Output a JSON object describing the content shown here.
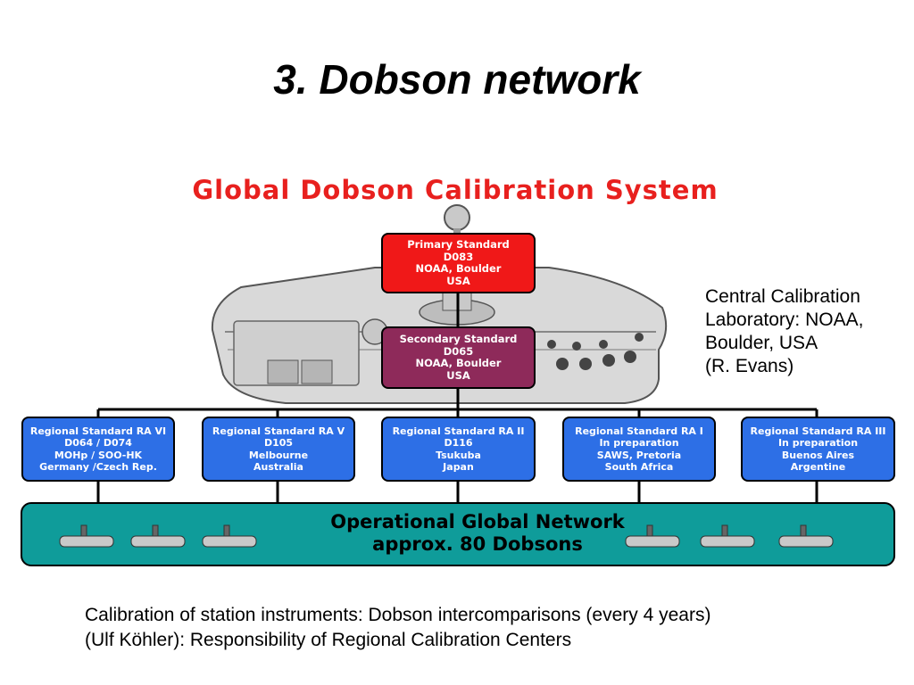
{
  "slide": {
    "title": "3. Dobson network"
  },
  "diagram": {
    "title": "Global Dobson Calibration System",
    "primary": {
      "lines": [
        "Primary Standard",
        "D083",
        "NOAA, Boulder",
        "USA"
      ]
    },
    "secondary": {
      "lines": [
        "Secondary Standard",
        "D065",
        "NOAA, Boulder",
        "USA"
      ]
    },
    "regional": [
      {
        "lines": [
          "Regional Standard RA VI",
          "D064 / D074",
          "MOHp / SOO-HK",
          "Germany /Czech Rep."
        ]
      },
      {
        "lines": [
          "Regional Standard RA V",
          "D105",
          "Melbourne",
          "Australia"
        ]
      },
      {
        "lines": [
          "Regional Standard RA II",
          "D116",
          "Tsukuba",
          "Japan"
        ]
      },
      {
        "lines": [
          "Regional Standard RA I",
          "In preparation",
          "SAWS, Pretoria",
          "South Africa"
        ]
      },
      {
        "lines": [
          "Regional Standard RA III",
          "In preparation",
          "Buenos Aires",
          "Argentine"
        ]
      }
    ],
    "network": {
      "lines": [
        "Operational Global Network",
        "approx. 80 Dobsons"
      ]
    },
    "colors": {
      "title": "#e8201e",
      "primary": "#f01818",
      "secondary": "#8e2a5a",
      "regional": "#2d6fe6",
      "network": "#0f9c9a"
    }
  },
  "side_note": {
    "lines": [
      "Central Calibration",
      "Laboratory: NOAA,",
      "Boulder, USA",
      "(R. Evans)"
    ]
  },
  "bottom_note": {
    "lines": [
      "Calibration of station instruments:  Dobson intercomparisons (every 4 years)",
      "(Ulf Köhler): Responsibility of Regional Calibration Centers"
    ]
  }
}
